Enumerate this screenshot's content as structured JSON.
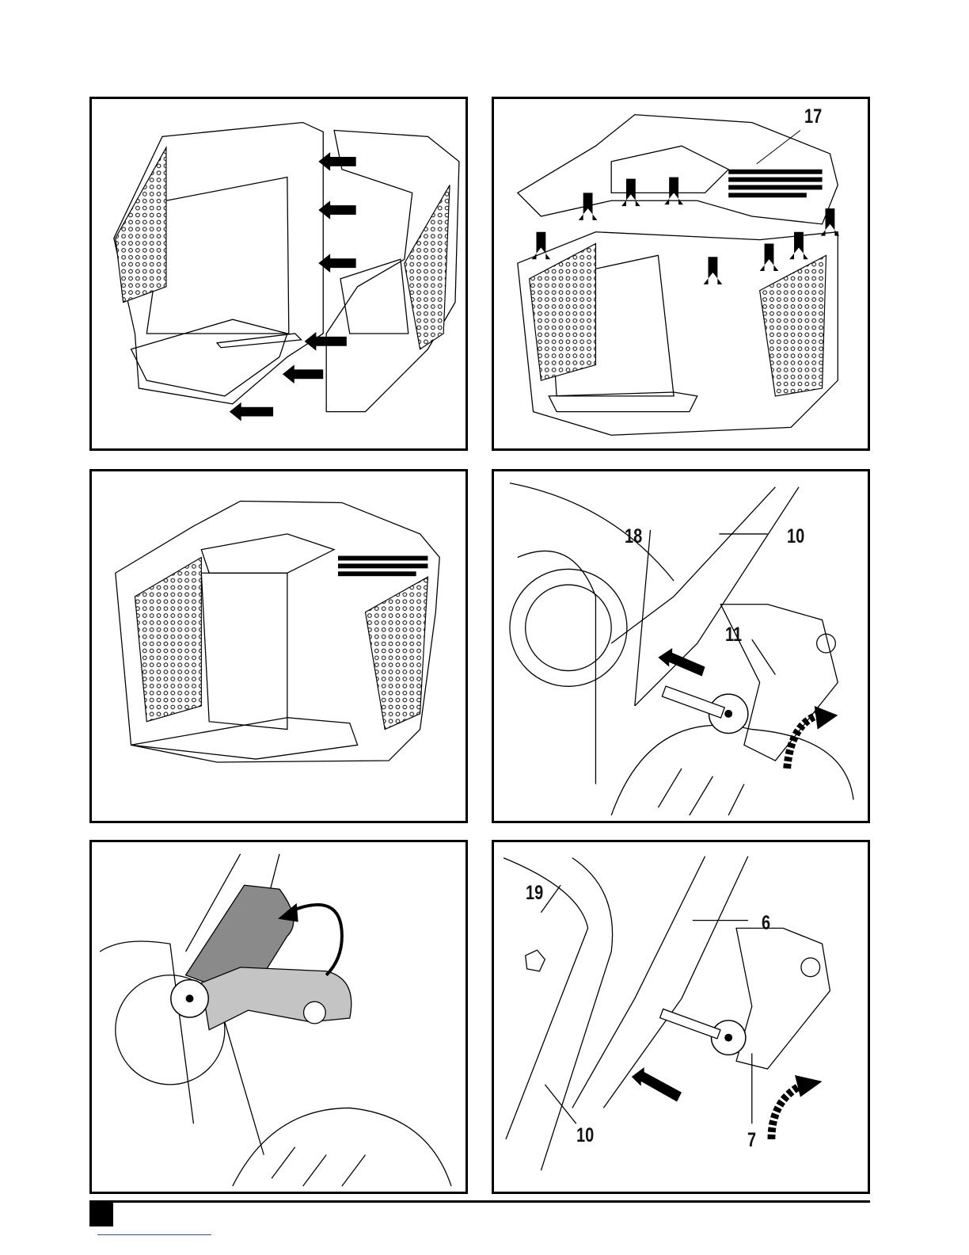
{
  "panels": [
    {
      "id": "fig-1",
      "callouts": []
    },
    {
      "id": "fig-2",
      "callouts": [
        {
          "label": "17"
        }
      ]
    },
    {
      "id": "fig-3",
      "callouts": []
    },
    {
      "id": "fig-4",
      "callouts": [
        {
          "label": "18"
        },
        {
          "label": "10"
        },
        {
          "label": "11"
        }
      ]
    },
    {
      "id": "fig-5",
      "callouts": []
    },
    {
      "id": "fig-6",
      "callouts": [
        {
          "label": "19"
        },
        {
          "label": "6"
        },
        {
          "label": "10"
        },
        {
          "label": "7"
        }
      ]
    }
  ],
  "colors": {
    "line": "#000000",
    "shade_dark": "#8a8a8a",
    "shade_light": "#c4c4c4",
    "link": "#2a4bd0"
  }
}
